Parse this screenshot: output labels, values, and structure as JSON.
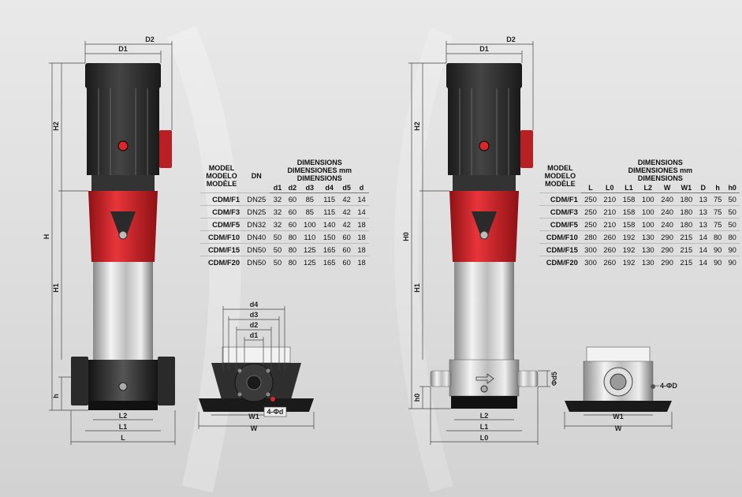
{
  "tableA": {
    "model_head": [
      "MODEL",
      "MODELO",
      "MODÈLE"
    ],
    "dn_head": "DN",
    "dim_head": [
      "DIMENSIONS",
      "DIMENSIONES mm",
      "DIMENSIONS"
    ],
    "cols": [
      "d1",
      "d2",
      "d3",
      "d4",
      "d5",
      "d"
    ],
    "rows": [
      [
        "CDM/F1",
        "DN25",
        "32",
        "60",
        "85",
        "115",
        "42",
        "14"
      ],
      [
        "CDM/F3",
        "DN25",
        "32",
        "60",
        "85",
        "115",
        "42",
        "14"
      ],
      [
        "CDM/F5",
        "DN32",
        "32",
        "60",
        "100",
        "140",
        "42",
        "18"
      ],
      [
        "CDM/F10",
        "DN40",
        "50",
        "80",
        "110",
        "150",
        "60",
        "18"
      ],
      [
        "CDM/F15",
        "DN50",
        "50",
        "80",
        "125",
        "165",
        "60",
        "18"
      ],
      [
        "CDM/F20",
        "DN50",
        "50",
        "80",
        "125",
        "165",
        "60",
        "18"
      ]
    ]
  },
  "tableB": {
    "model_head": [
      "MODEL",
      "MODELO",
      "MODÈLE"
    ],
    "dim_head": [
      "DIMENSIONS",
      "DIMENSIONES mm",
      "DIMENSIONS"
    ],
    "cols": [
      "L",
      "L0",
      "L1",
      "L2",
      "W",
      "W1",
      "D",
      "h",
      "h0"
    ],
    "rows": [
      [
        "CDM/F1",
        "250",
        "210",
        "158",
        "100",
        "240",
        "180",
        "13",
        "75",
        "50"
      ],
      [
        "CDM/F3",
        "250",
        "210",
        "158",
        "100",
        "240",
        "180",
        "13",
        "75",
        "50"
      ],
      [
        "CDM/F5",
        "250",
        "210",
        "158",
        "100",
        "240",
        "180",
        "13",
        "75",
        "50"
      ],
      [
        "CDM/F10",
        "280",
        "260",
        "192",
        "130",
        "290",
        "215",
        "14",
        "80",
        "80"
      ],
      [
        "CDM/F15",
        "300",
        "260",
        "192",
        "130",
        "290",
        "215",
        "14",
        "90",
        "90"
      ],
      [
        "CDM/F20",
        "300",
        "260",
        "192",
        "130",
        "290",
        "215",
        "14",
        "90",
        "90"
      ]
    ]
  },
  "labels": {
    "left_pump": {
      "D1": "D1",
      "D2": "D2",
      "H": "H",
      "H1": "H1",
      "H2": "H2",
      "h": "h",
      "L": "L",
      "L1": "L1",
      "L2": "L2"
    },
    "flange_view": {
      "d1": "d1",
      "d2": "d2",
      "d3": "d3",
      "d4": "d4",
      "W": "W",
      "W1": "W1",
      "hole": "4-Φd"
    },
    "right_pump": {
      "D1": "D1",
      "D2": "D2",
      "H0": "H0",
      "H1": "H1",
      "H2": "H2",
      "h0": "h0",
      "L0": "L0",
      "L1": "L1",
      "L2": "L2",
      "d5": "Φd5"
    },
    "socket_view": {
      "W": "W",
      "W1": "W1",
      "hole": "4-ΦD"
    }
  },
  "colors": {
    "motor": "#2b2b2b",
    "pump_red": "#d8262b",
    "steel": "#c9c9c9",
    "base": "#1e1e1e"
  }
}
